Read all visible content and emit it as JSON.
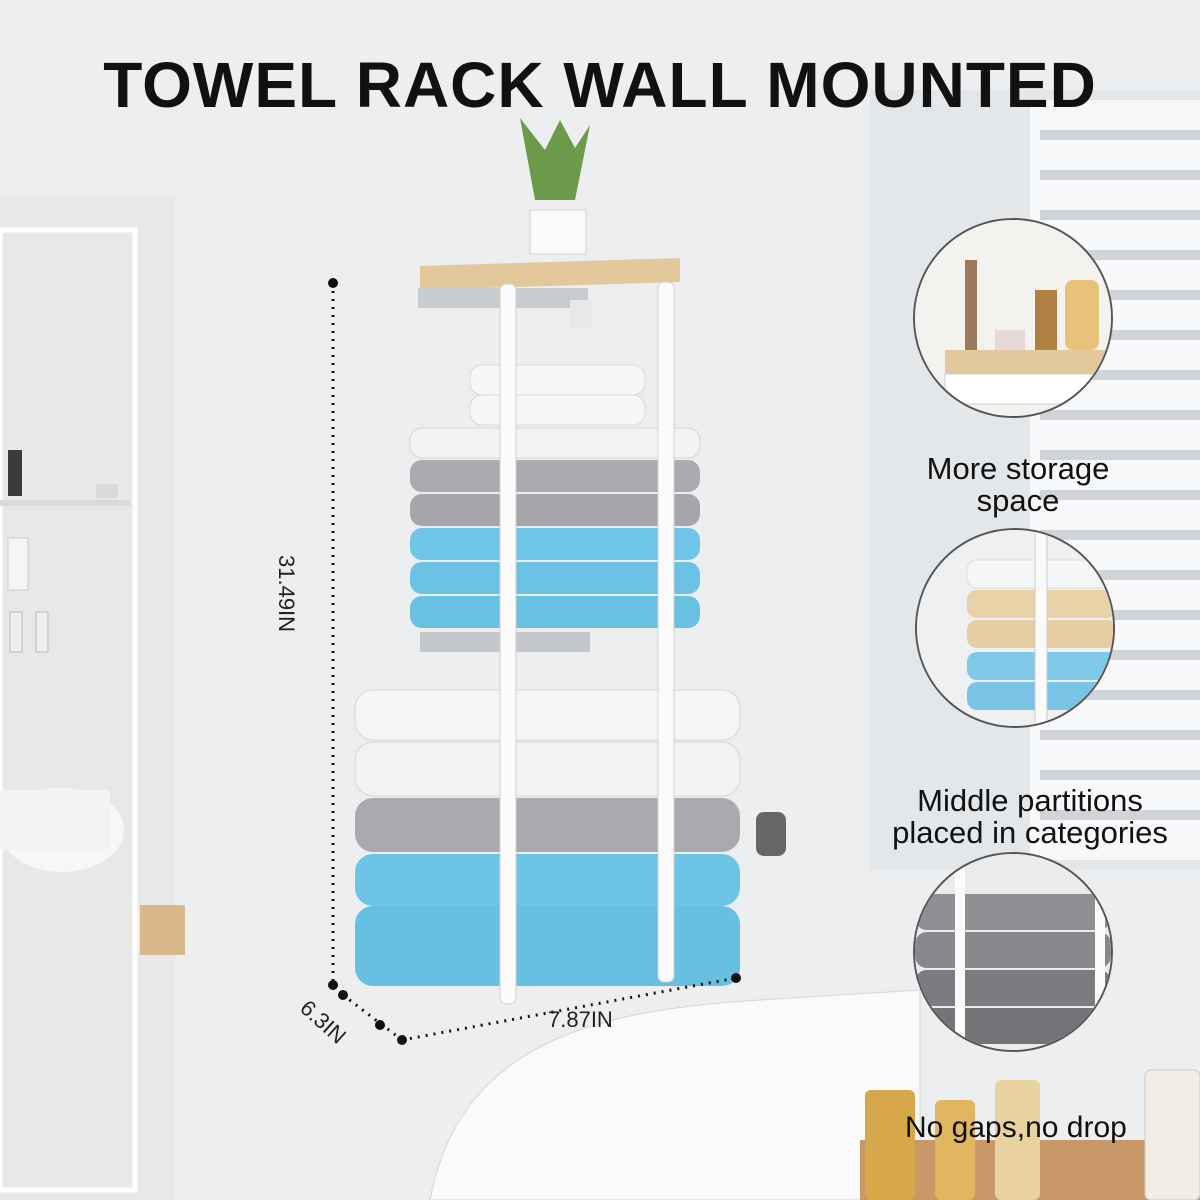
{
  "title": "TOWEL RACK WALL MOUNTED",
  "dimensions": {
    "height": "31.49IN",
    "depth": "6.3IN",
    "width": "7.87IN"
  },
  "features": [
    {
      "caption": "More storage space",
      "caption_line1": "More storage",
      "caption_line2": "space"
    },
    {
      "caption": "Middle partitions placed in categories",
      "caption_line1": "Middle partitions",
      "caption_line2": "placed in categories"
    },
    {
      "caption": "No gaps,no drop"
    }
  ],
  "colors": {
    "towel_white": "#f4f5f6",
    "towel_grey": "#a9aaad",
    "towel_blue": "#6cc4e6",
    "towel_beige": "#ead2a8",
    "wood_shelf": "#e2c89a",
    "wall": "#eef0f2"
  }
}
